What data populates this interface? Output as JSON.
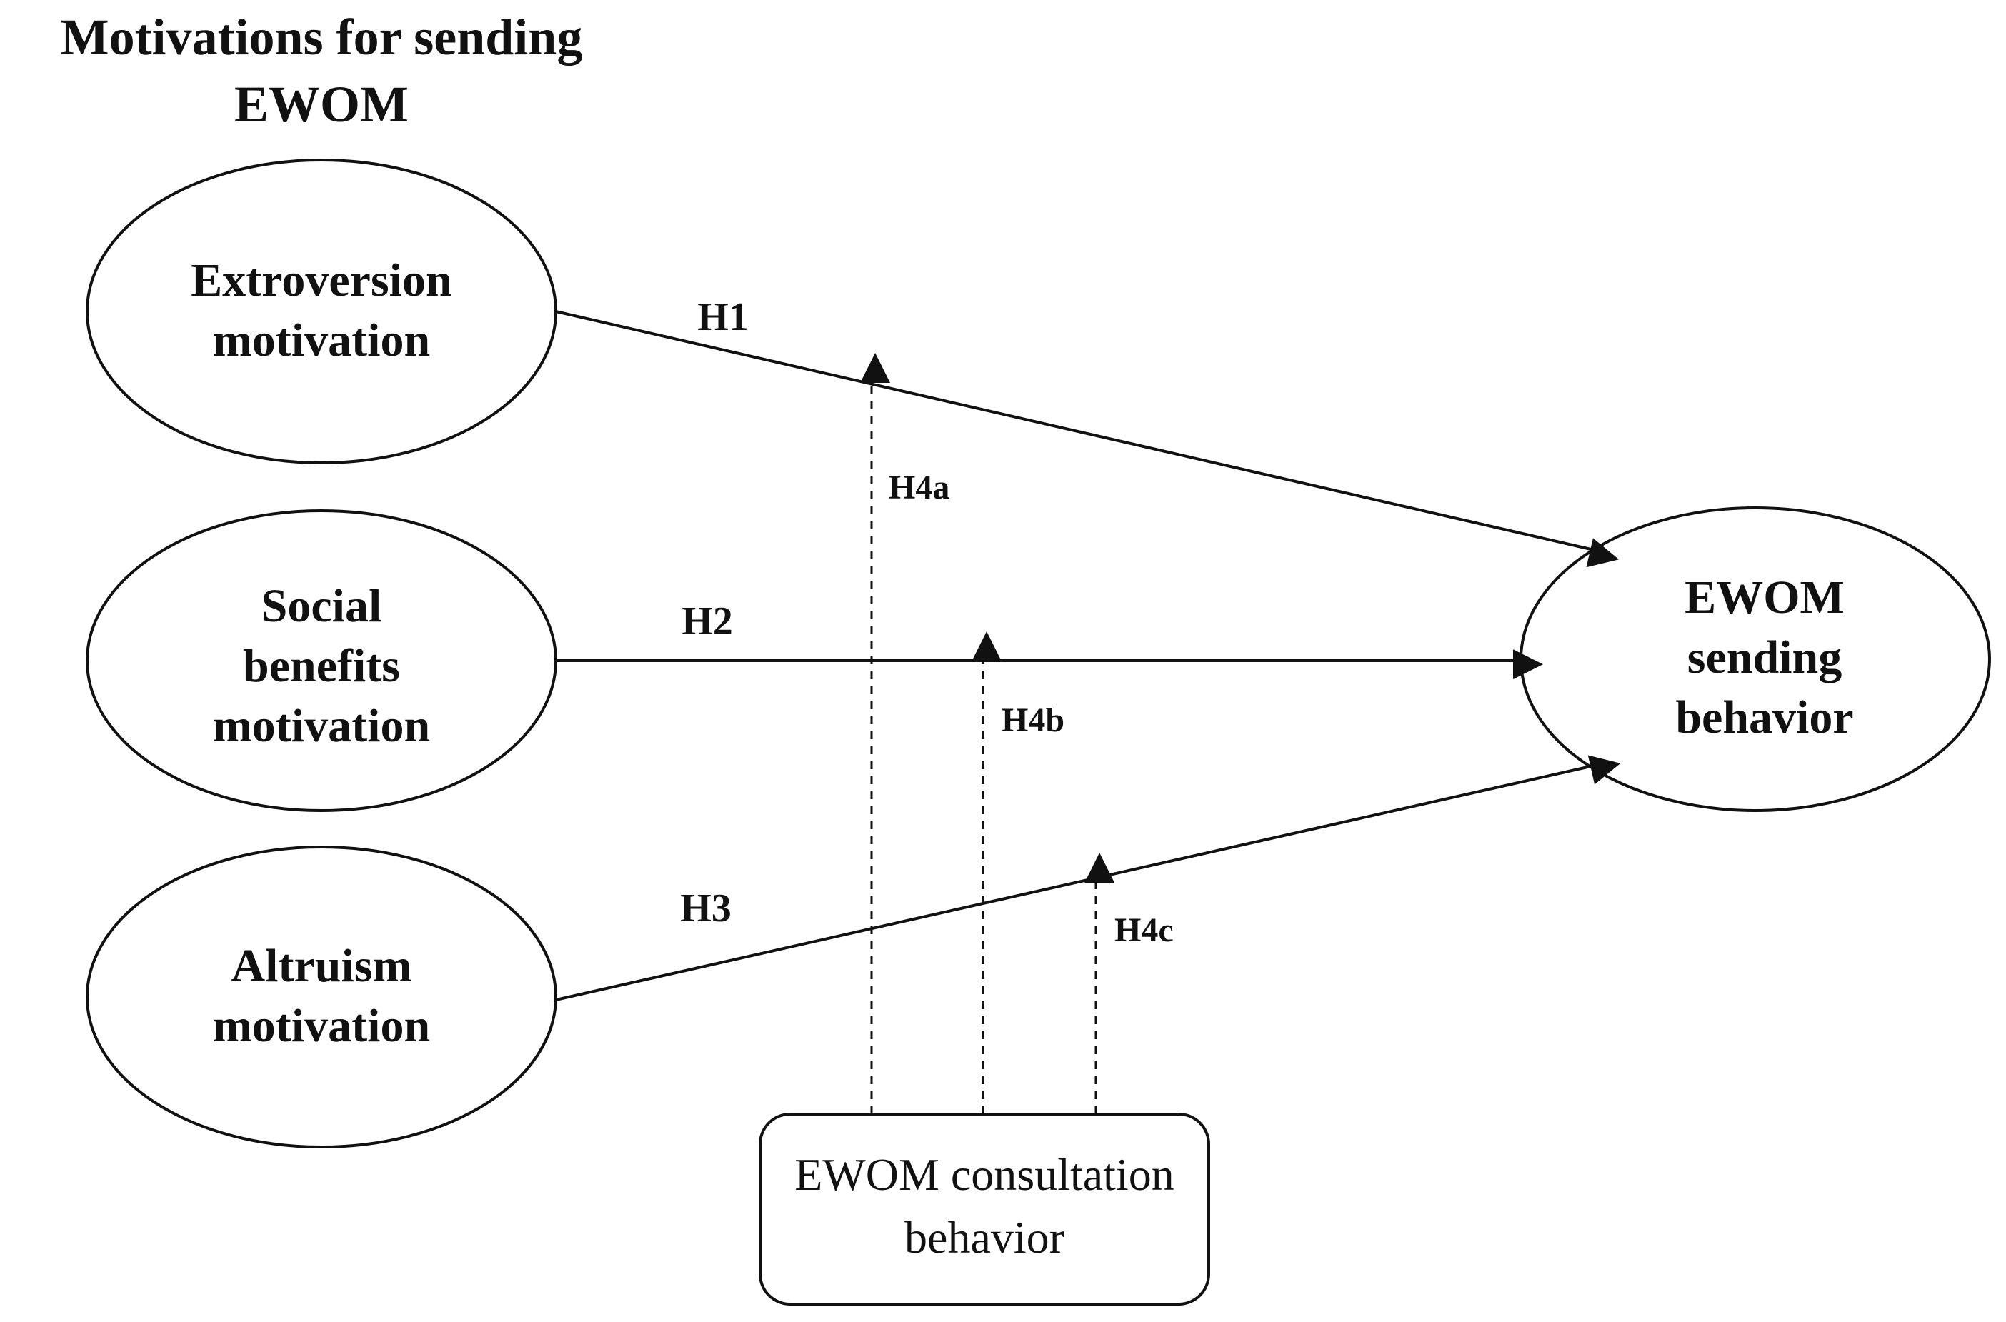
{
  "heading": {
    "line1": "Motivations for sending",
    "line2": "EWOM"
  },
  "nodes": {
    "extroversion": {
      "lines": [
        "Extroversion",
        "motivation"
      ]
    },
    "social": {
      "lines": [
        "Social",
        "benefits",
        "motivation"
      ]
    },
    "altruism": {
      "lines": [
        "Altruism",
        "motivation"
      ]
    },
    "ewom_sending": {
      "lines": [
        "EWOM",
        "sending",
        "behavior"
      ]
    },
    "consultation": {
      "lines": [
        "EWOM consultation",
        "behavior"
      ]
    }
  },
  "hypotheses": {
    "h1": "H1",
    "h2": "H2",
    "h3": "H3",
    "h4a": "H4a",
    "h4b": "H4b",
    "h4c": "H4c"
  },
  "colors": {
    "stroke": "#111111",
    "background": "#ffffff"
  }
}
